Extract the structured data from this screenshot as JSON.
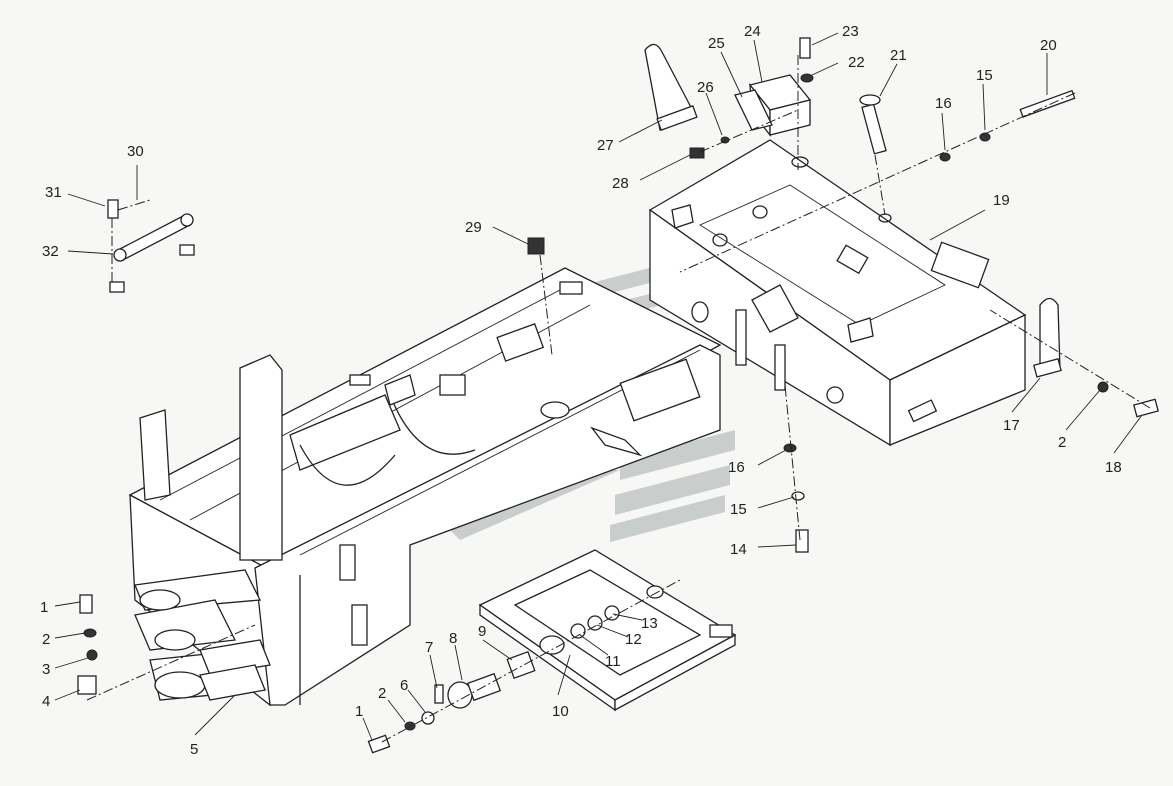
{
  "figure": {
    "callouts": [
      "1",
      "2",
      "3",
      "4",
      "5",
      "1",
      "2",
      "6",
      "7",
      "8",
      "9",
      "10",
      "11",
      "12",
      "13",
      "14",
      "15",
      "16",
      "17",
      "2",
      "18",
      "19",
      "20",
      "15",
      "16",
      "21",
      "22",
      "23",
      "24",
      "25",
      "26",
      "27",
      "28",
      "29",
      "30",
      "31",
      "32"
    ]
  },
  "colors": {
    "line": "#222222",
    "watermark": "#c9cdcc",
    "background": "#f7f7f5"
  }
}
